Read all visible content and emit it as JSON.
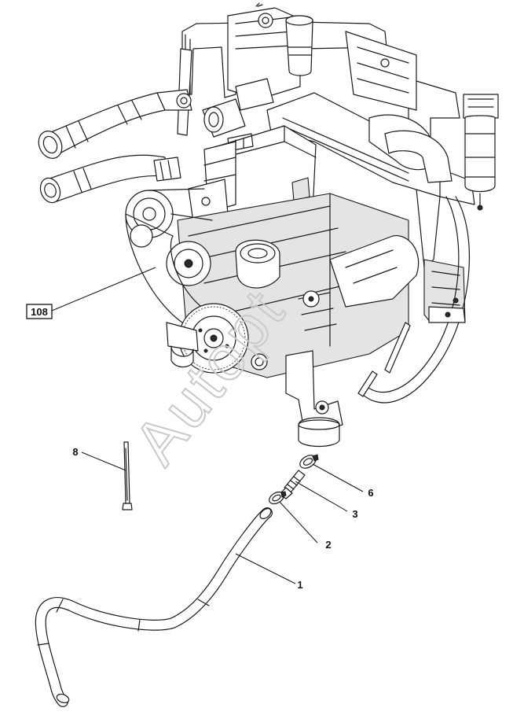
{
  "callouts": {
    "c108": "108",
    "c8": "8",
    "c6": "6",
    "c3": "3",
    "c2": "2",
    "c1": "1"
  },
  "watermark": "Autopt",
  "colors": {
    "line": "#1a1a1a",
    "watermark": "#c9c9c9",
    "background": "#ffffff"
  }
}
